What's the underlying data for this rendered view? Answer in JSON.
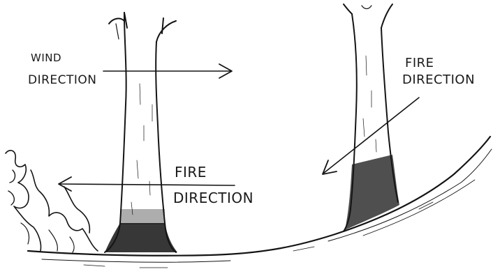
{
  "labels": {
    "wind_line1": "WIND",
    "wind_line2": "DIRECTION",
    "fire_left_line1": "FIRE",
    "fire_left_line2": "DIRECTION",
    "fire_right_line1": "FIRE",
    "fire_right_line2": "DIRECTION"
  },
  "colors": {
    "ink": "#141414",
    "background": "#ffffff"
  }
}
